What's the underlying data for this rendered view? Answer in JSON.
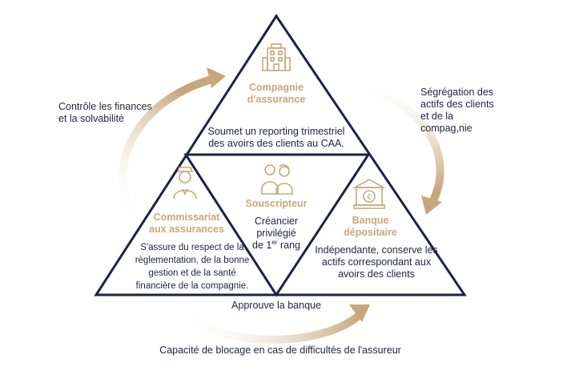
{
  "colors": {
    "navy": "#1c2340",
    "gold": "#c7a77b",
    "gold_light": "#e8d9c4"
  },
  "icons": {
    "top": "office-building-icon",
    "center": "people-couple-icon",
    "left": "police-officer-icon",
    "right": "bank-euro-icon"
  },
  "nodes": {
    "top": {
      "title_line1": "Compagnie",
      "title_line2": "d'assurance",
      "desc_line1": "Soumet un reporting trimestriel",
      "desc_line2": "des avoirs des clients au CAA."
    },
    "center": {
      "title": "Souscripteur",
      "desc_line1": "Créancier",
      "desc_line2": "privilégié",
      "desc_line3_pre": "de 1",
      "desc_line3_sup": "er",
      "desc_line3_post": " rang"
    },
    "left": {
      "title_line1": "Commissariat",
      "title_line2": "aux assurances",
      "desc_line1": "S'assure du respect de la",
      "desc_line2": "règlementation, de la bonne",
      "desc_line3": "gestion et de la santé",
      "desc_line4": "financière de la compagnie."
    },
    "right": {
      "title_line1": "Banque",
      "title_line2": "dépositaire",
      "desc_line1": "Indépendante, conserve les",
      "desc_line2": "actifs correspondant aux",
      "desc_line3": "avoirs des clients"
    }
  },
  "arrows": {
    "left": {
      "line1": "Contrôle les finances",
      "line2": "et la solvabilité"
    },
    "right": {
      "line1": "Ségrégation des",
      "line2": "actifs des clients",
      "line3": "et de la",
      "line4": "compag,nie"
    },
    "bottom_inner": "Approuve la banque",
    "bottom_outer": "Capacité de blocage en cas de difficultés de l'assureur"
  }
}
